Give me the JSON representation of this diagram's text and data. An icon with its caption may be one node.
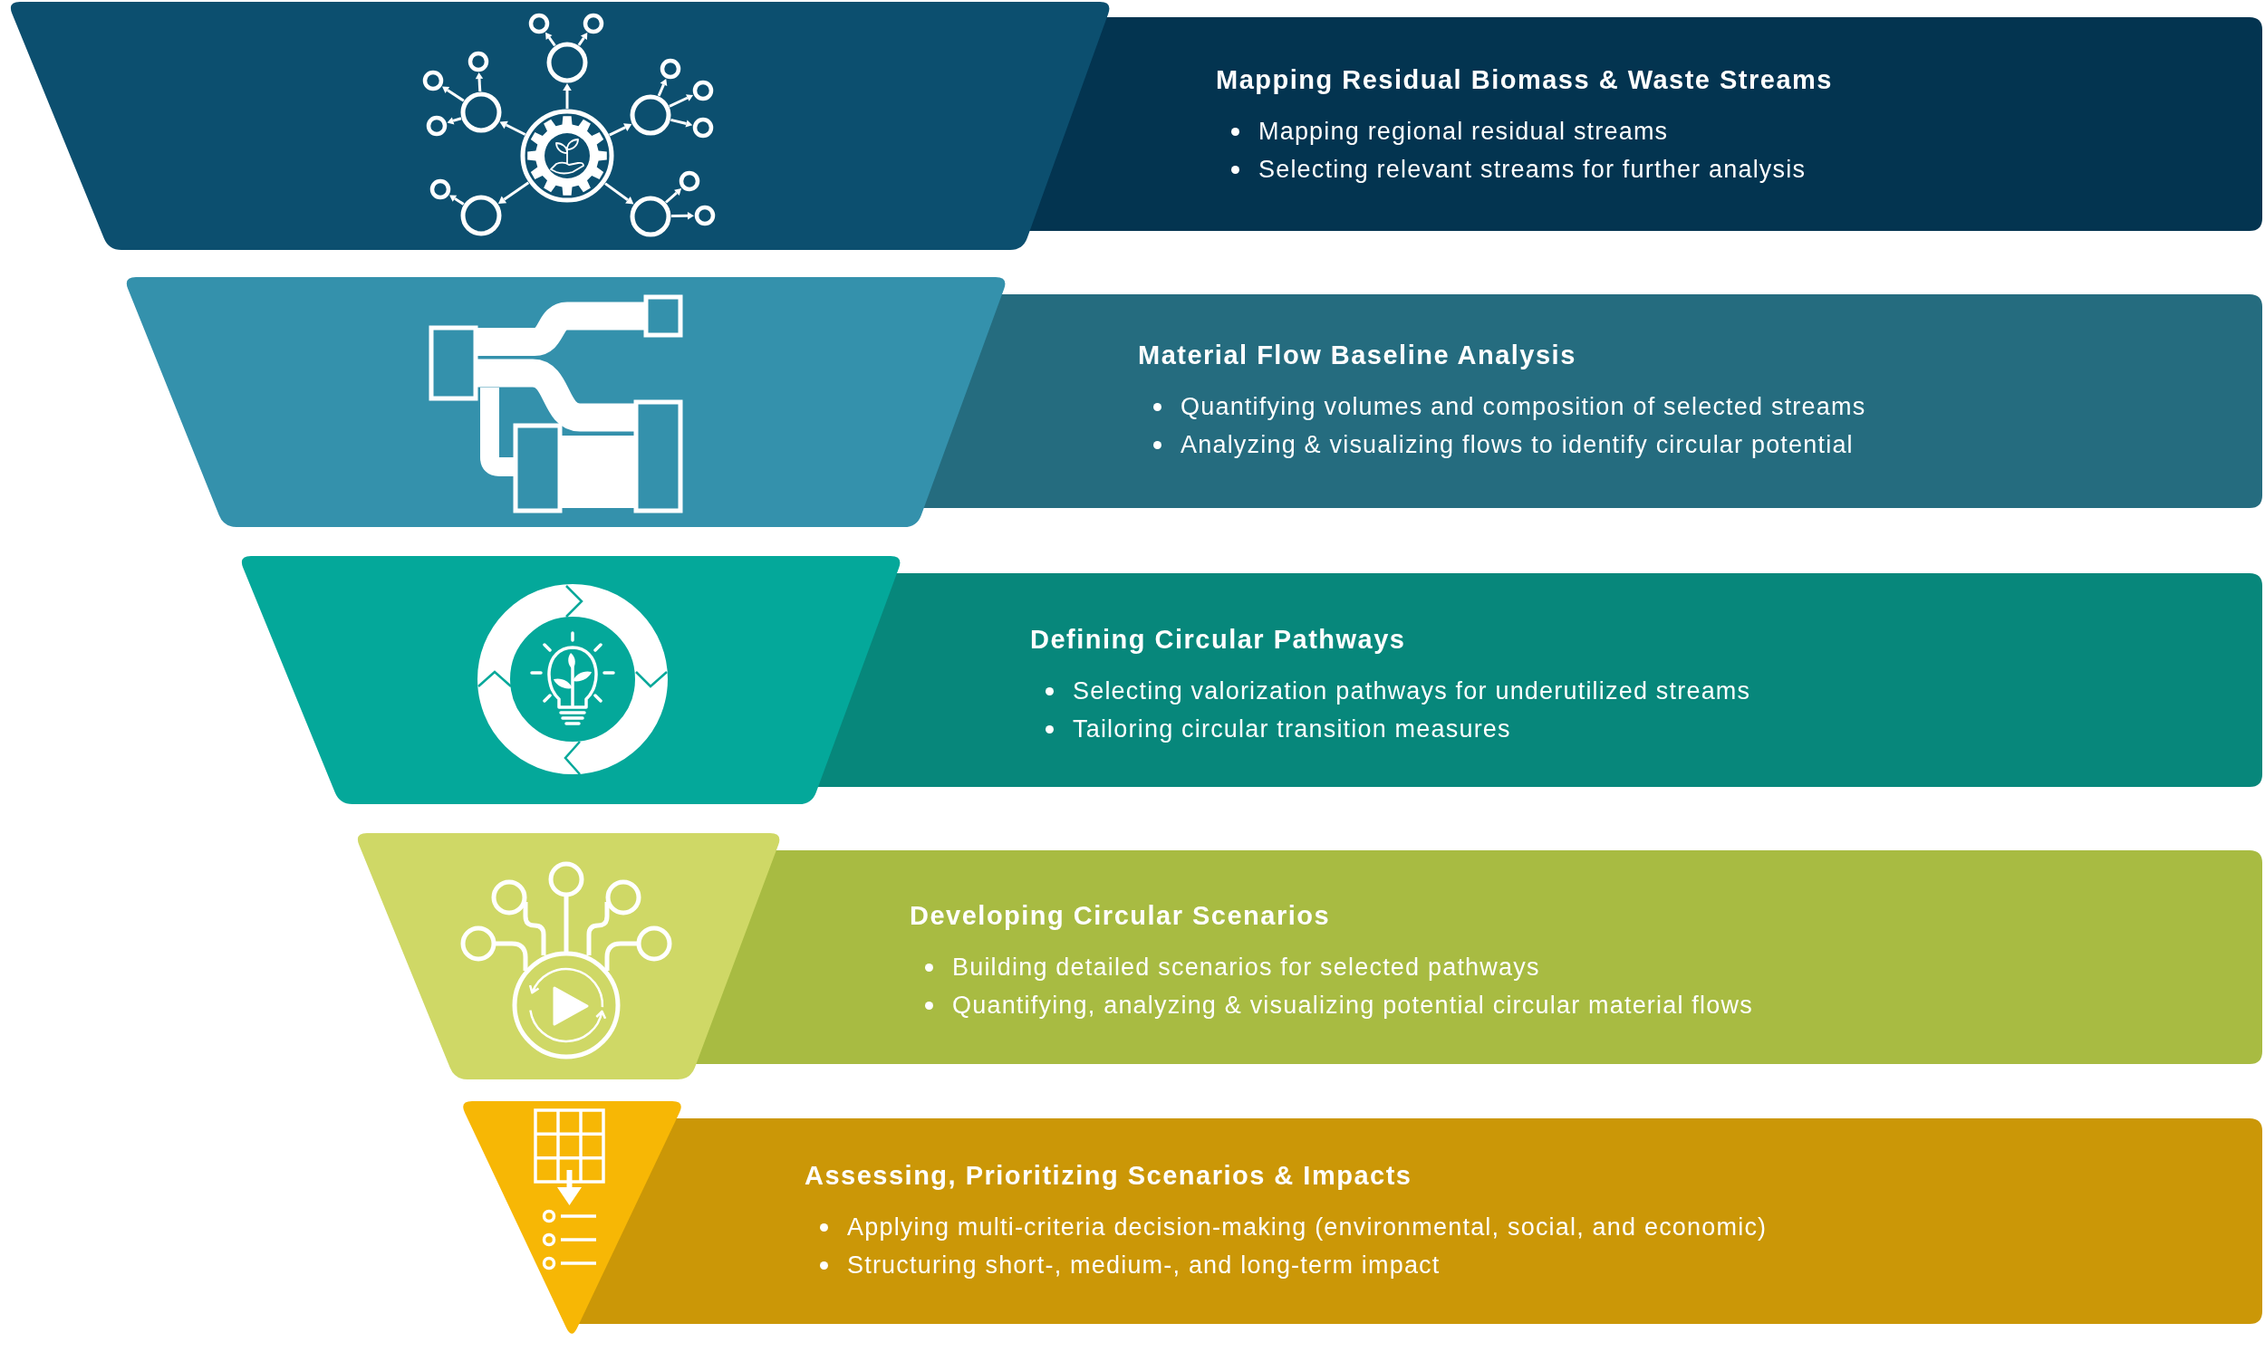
{
  "diagram": {
    "nodes": [
      {
        "text": [
          "Mapping Residual Biomass & Waste Streams",
          "Mapping regional residual streams",
          "Selecting relevant streams for further analysis"
        ]
      },
      {
        "text": [
          "Material Flow Baseline Analysis",
          "Quantifying volumes and composition of selected streams",
          "Analyzing & visualizing flows to identify circular potential"
        ]
      },
      {
        "text": [
          "Defining Circular Pathways",
          "Selecting valorization pathways for underutilized streams",
          "Tailoring circular transition measures"
        ]
      },
      {
        "text": [
          "Developing Circular Scenarios",
          "Building detailed scenarios for selected pathways",
          "Quantifying, analyzing & visualizing potential circular material flows"
        ]
      },
      {
        "text": [
          "Assessing, Prioritizing Scenarios & Impacts",
          "Applying multi-criteria decision-making (environmental, social, and economic)",
          "Structuring short-, medium-, and long-term impact"
        ]
      }
    ]
  }
}
